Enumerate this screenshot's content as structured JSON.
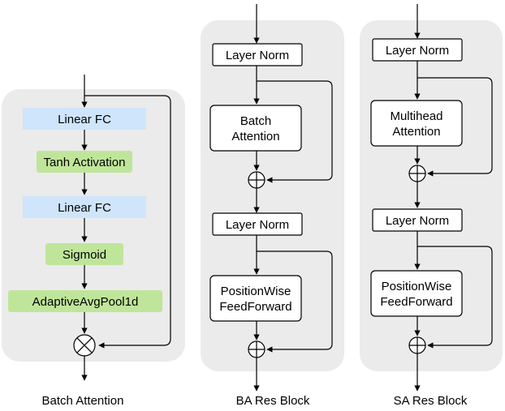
{
  "batch_attention": {
    "caption": "Batch Attention",
    "blocks": [
      "Linear FC",
      "Tanh Activation",
      "Linear FC",
      "Sigmoid",
      "AdaptiveAvgPool1d"
    ],
    "combine_op": "multiply"
  },
  "ba_res_block": {
    "caption": "BA Res Block",
    "norm1": "Layer Norm",
    "attention": [
      "Batch",
      "Attention"
    ],
    "norm2": "Layer Norm",
    "ffn": [
      "PositionWise",
      "FeedForward"
    ],
    "combine_op": "add"
  },
  "sa_res_block": {
    "caption": "SA Res Block",
    "norm1": "Layer Norm",
    "attention": [
      "Multihead",
      "Attention"
    ],
    "norm2": "Layer Norm",
    "ffn": [
      "PositionWise",
      "FeedForward"
    ],
    "combine_op": "add"
  },
  "colors": {
    "panel": "#ebebeb",
    "linear_fc": "#cfe5fb",
    "activation": "#bfe59a"
  }
}
